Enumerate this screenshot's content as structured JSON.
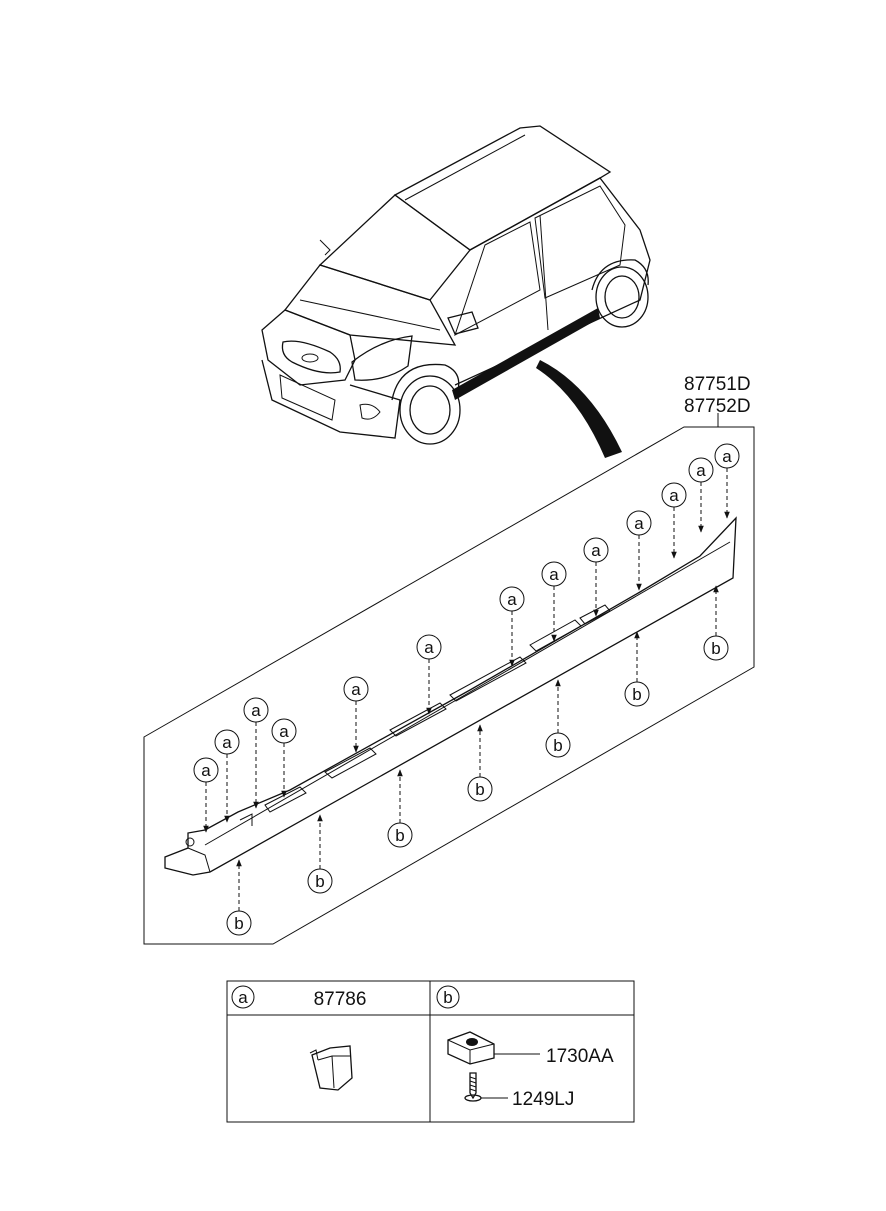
{
  "part_numbers": {
    "main_1": "87751D",
    "main_2": "87752D"
  },
  "callout_letters": {
    "a": "a",
    "b": "b"
  },
  "legend": {
    "a": {
      "letter": "a",
      "part": "87786"
    },
    "b": {
      "letter": "b",
      "parts": [
        "1730AA",
        "1249LJ"
      ]
    }
  }
}
